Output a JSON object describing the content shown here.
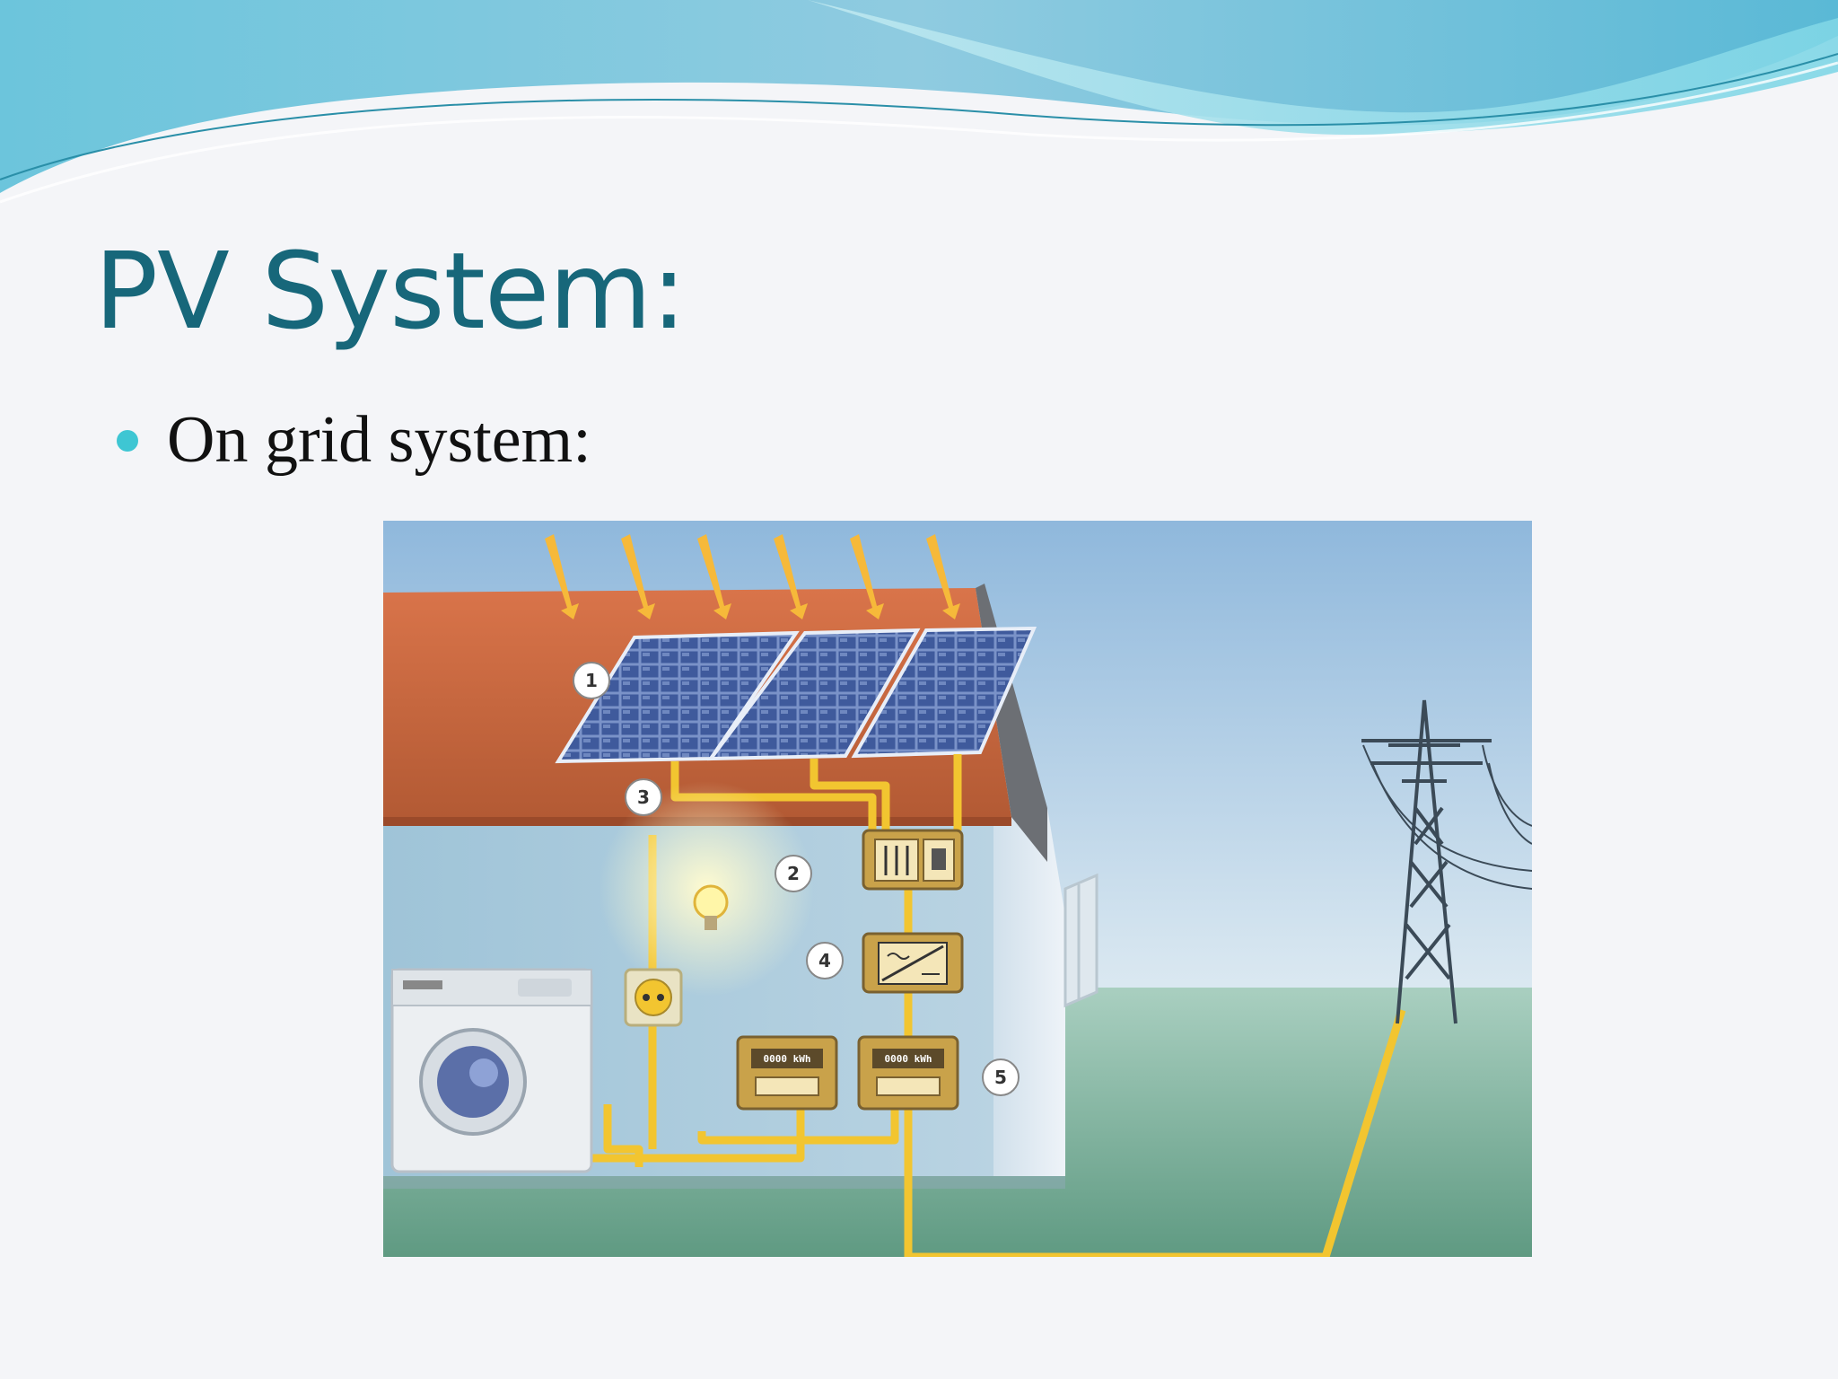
{
  "slide": {
    "title": "PV System:",
    "bullets": [
      {
        "text": "On grid system:"
      }
    ]
  },
  "diagram": {
    "callouts": [
      "1",
      "2",
      "3",
      "4",
      "5"
    ],
    "meter_labels": [
      "0000 kWh",
      "0000 kWh"
    ]
  },
  "colors": {
    "title": "#17677a",
    "bullet": "#3ec6d3",
    "wire": "#f2c530",
    "roof": "#c9603a",
    "sky": "#9ec3e0",
    "grass": "#7bb09a"
  }
}
